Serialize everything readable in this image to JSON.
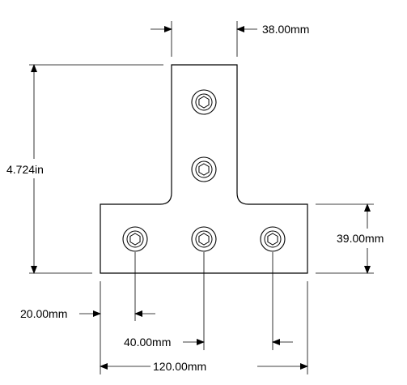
{
  "dimensions": {
    "stem_width": "38.00mm",
    "total_height": "4.724in",
    "flange_height": "39.00mm",
    "edge_offset": "20.00mm",
    "hole_spacing": "40.00mm",
    "total_width": "120.00mm"
  },
  "holes": [
    {
      "id": "stem-top"
    },
    {
      "id": "stem-middle"
    },
    {
      "id": "flange-left"
    },
    {
      "id": "flange-center"
    },
    {
      "id": "flange-right"
    }
  ]
}
